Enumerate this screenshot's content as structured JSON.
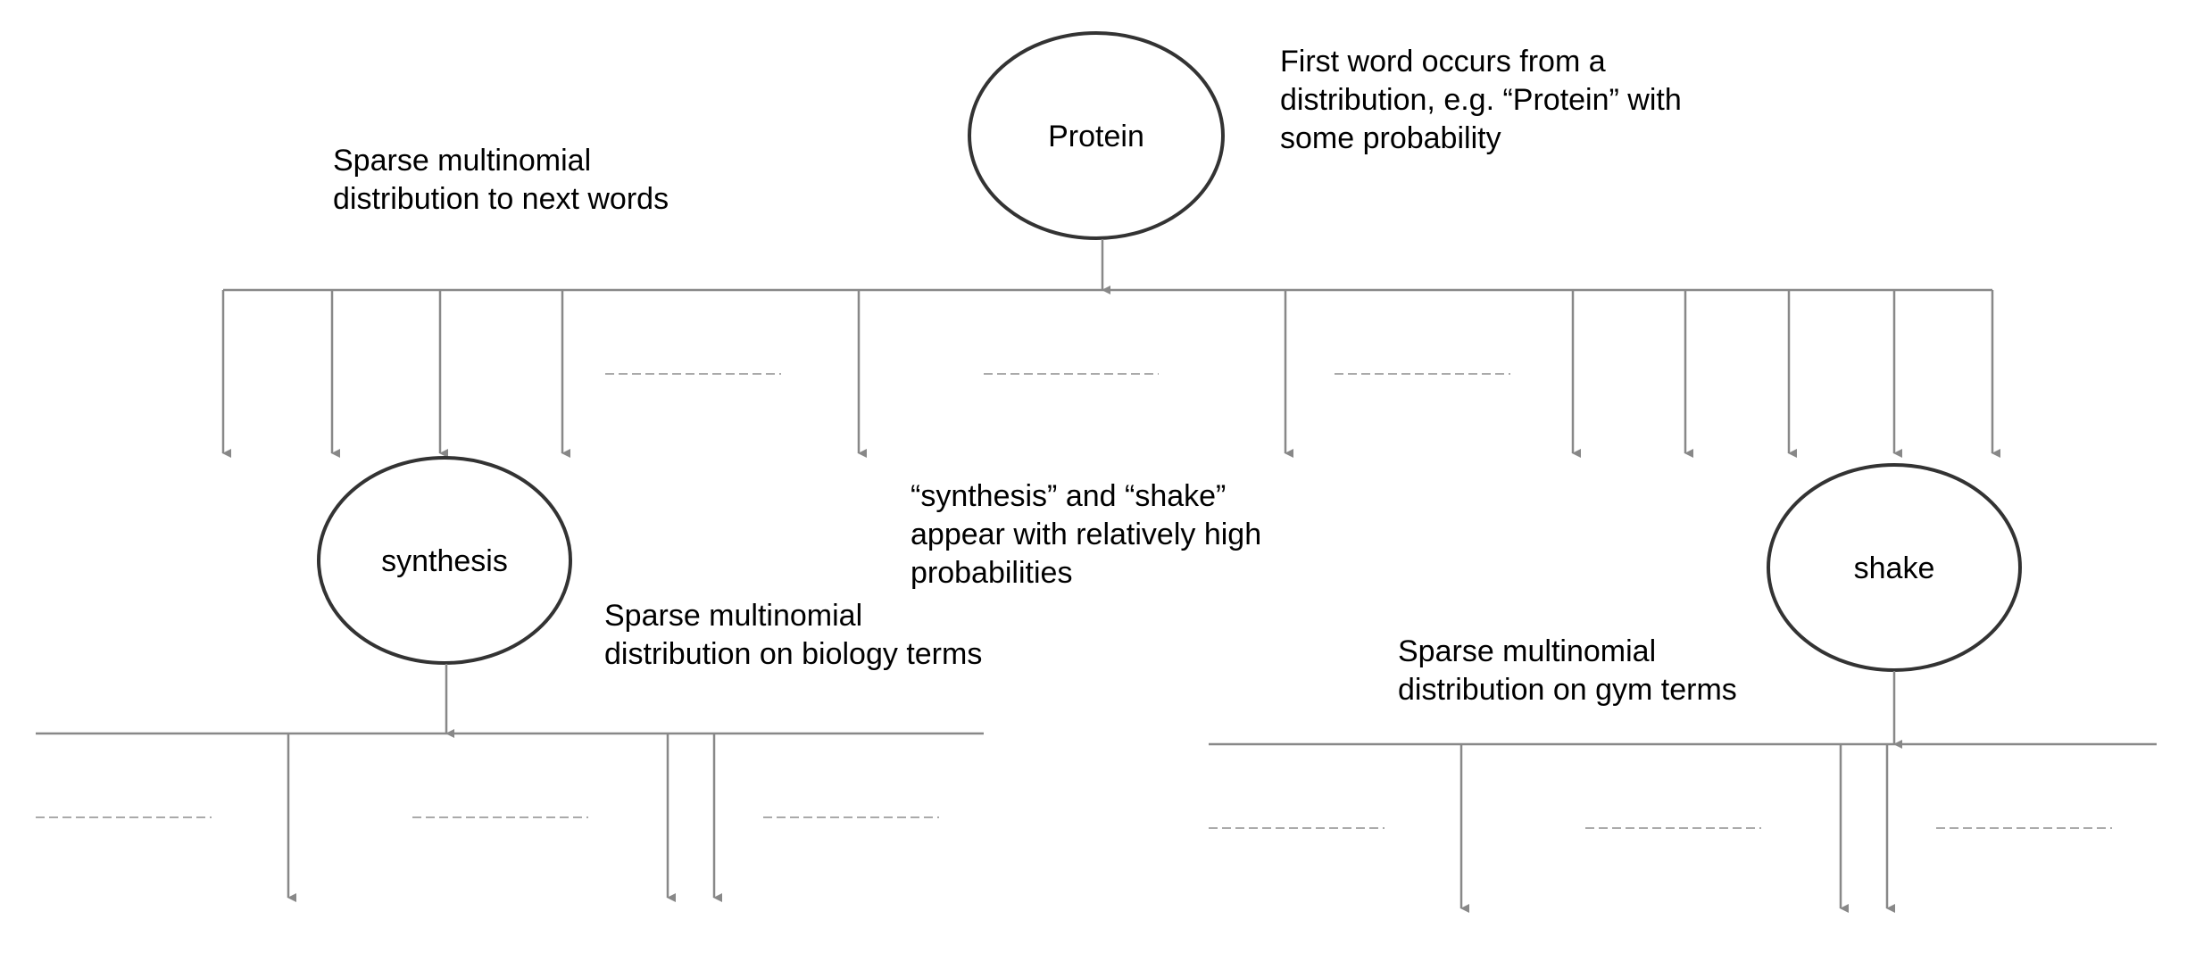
{
  "nodes": {
    "protein": "Protein",
    "synthesis": "synthesis",
    "shake": "shake"
  },
  "annotations": {
    "first_word": [
      "First word occurs from a",
      "distribution, e.g. “Protein” with",
      "some probability"
    ],
    "next_words": [
      "Sparse multinomial",
      "distribution to next words"
    ],
    "high_prob": [
      "“synthesis” and “shake”",
      "appear with relatively high",
      "probabilities"
    ],
    "biology": [
      "Sparse multinomial",
      "distribution on biology terms"
    ],
    "gym": [
      "Sparse multinomial",
      "distribution on gym terms"
    ]
  },
  "colors": {
    "line": "#888888",
    "dash": "#aaaaaa",
    "ellipse": "#333333"
  }
}
